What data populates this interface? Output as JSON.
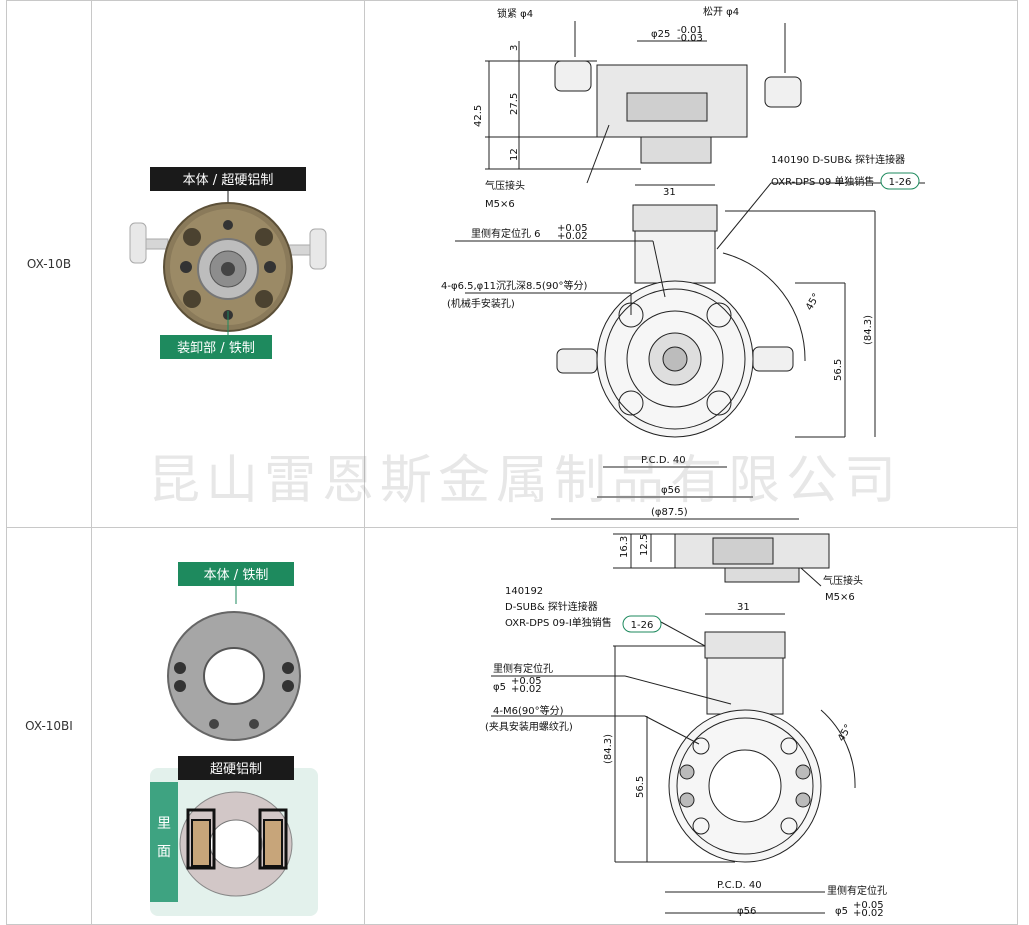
{
  "rows": [
    {
      "model": "OX-10B",
      "photo": {
        "label_top": "本体 / 超硬铝制",
        "label_bottom": "装卸部 / 铁制"
      },
      "drawing": {
        "top_view": {
          "lock": "锁紧 φ4",
          "release": "松开 φ4",
          "width": "φ25",
          "tol_plus": "-0.01",
          "tol_minus": "-0.03",
          "h_total": "42.5",
          "h_3": "3",
          "h_27": "27.5",
          "h_12": "12",
          "air_joint": "气压接头",
          "air_size": "M5×6"
        },
        "front_view": {
          "connector_code": "140190 D-SUB& 探针连接器",
          "connector_sale": "OXR-DPS  09 单独销售",
          "badge": "1-26",
          "width_31": "31",
          "positioning_hole": "里侧有定位孔  6",
          "pos_plus": "+0.05",
          "pos_minus": "+0.02",
          "mount_holes": "4-φ6.5,φ11沉孔深8.5(90°等分)",
          "mount_note": "(机械手安装孔)",
          "angle": "45°",
          "h_56": "56.5",
          "h_84": "(84.3)",
          "pcd": "P.C.D. 40",
          "d56": "φ56",
          "d87": "(φ87.5)"
        }
      }
    },
    {
      "model": "OX-10BI",
      "photo": {
        "label_top": "本体 / 铁制",
        "label_bottom": "超硬铝制",
        "side_label": "里面"
      },
      "drawing": {
        "top_view": {
          "h_16": "16.3",
          "h_12": "12.5",
          "air_joint": "气压接头",
          "air_size": "M5×6"
        },
        "front_view": {
          "connector_code": "140192",
          "connector_type": "D-SUB& 探针连接器",
          "connector_sale": "OXR-DPS  09-I单独销售",
          "badge": "1-26",
          "width_31": "31",
          "positioning_hole": "里侧有定位孔",
          "pos_dia": "φ5",
          "pos_plus": "+0.05",
          "pos_minus": "+0.02",
          "mount_holes": "4-M6(90°等分)",
          "mount_note": "(夹具安装用螺纹孔)",
          "angle": "45°",
          "h_84": "(84.3)",
          "h_56": "56.5",
          "pcd": "P.C.D. 40",
          "d56": "φ56",
          "bottom_hole": "里侧有定位孔",
          "bottom_dia": "φ5",
          "bottom_plus": "+0.05",
          "bottom_minus": "+0.02"
        }
      }
    }
  ],
  "watermark": "昆山雷恩斯金属制品有限公司",
  "colors": {
    "label_black": "#1a1a1a",
    "label_green": "#1e8a5e",
    "badge": "#1e8a5e",
    "body_bronze": "#8a7a5a",
    "steel": "#9a9a9a"
  }
}
